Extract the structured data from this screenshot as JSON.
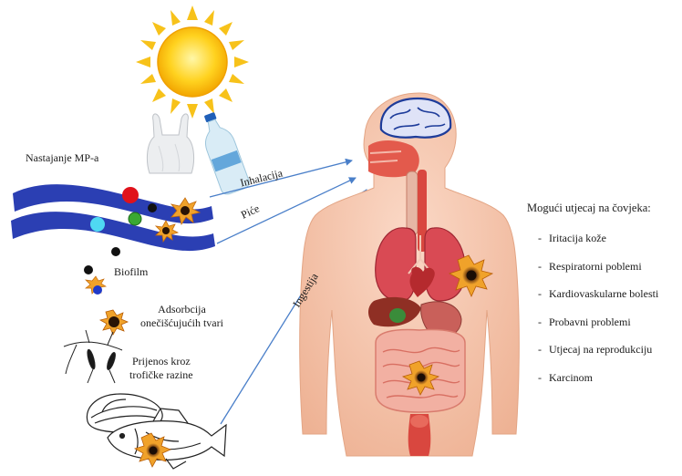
{
  "labels": {
    "formation": "Nastajanje MP-a",
    "biofilm": "Biofilm",
    "adsorption_line1": "Adsorbcija",
    "adsorption_line2": "onečišćujućih tvari",
    "transfer_line1": "Prijenos kroz",
    "transfer_line2": "trofičke razine"
  },
  "routes": {
    "inhalation": "Inhalacija",
    "drinking": "Piće",
    "ingestion": "Ingestija"
  },
  "effects": {
    "title": "Mogući utjecaj na čovjeka:",
    "items": [
      "Iritacija kože",
      "Respiratorni poblemi",
      "Kardiovaskularne bolesti",
      "Probavni problemi",
      "Utjecaj na reprodukciju",
      "Karcinom"
    ]
  },
  "colors": {
    "arrow": "#4a7fc9",
    "water": "#2b3fb3",
    "sun": "#f7c21a",
    "body_skin": "#f6c9b3",
    "organ_red": "#d9473f",
    "pollutant_orange": "#e8901c"
  },
  "icons": [
    "sun-icon",
    "plastic-bag-icon",
    "plastic-bottle-icon",
    "water-waves-icon",
    "microplastic-particles-icon",
    "pollutant-burst-icon",
    "zooplankton-icon",
    "mussel-icon",
    "fish-icon",
    "human-body-icon"
  ]
}
